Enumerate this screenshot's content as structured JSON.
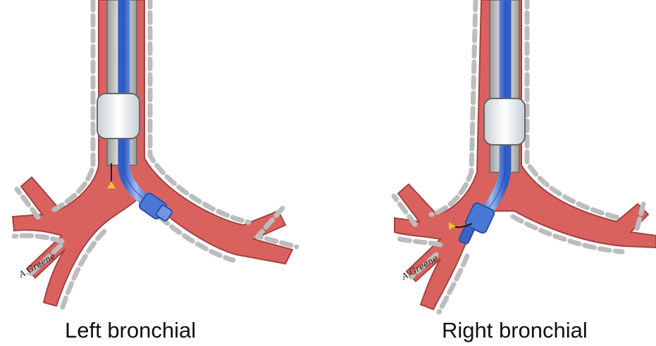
{
  "panels": [
    {
      "caption": "Left bronchial",
      "signature": "A.Greene"
    },
    {
      "caption": "Right bronchial",
      "signature": "A.Greene"
    }
  ],
  "colors": {
    "airway_fill": "#d9625f",
    "airway_stroke": "#a3413f",
    "cartilage": "#bdbdbd",
    "tube_blue": "#4a78d6",
    "tube_light": "#a9c3f0",
    "cuff": "#e9eef3",
    "tip": "#f0c12a"
  },
  "icons": [
    "airway-tree",
    "double-lumen-tube",
    "bronchial-cuff",
    "tracheal-cuff"
  ]
}
